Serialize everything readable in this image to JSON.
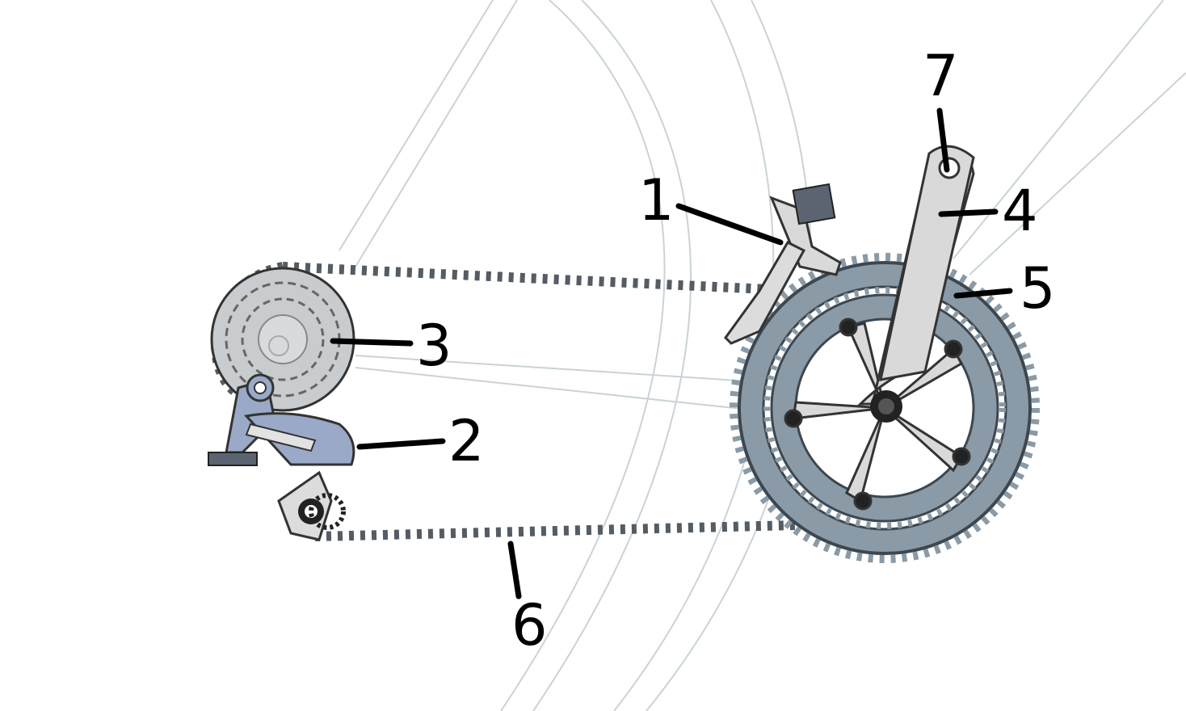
{
  "colors": {
    "chainring": "#8a9aa6",
    "chainring_stroke": "#3c4750",
    "crank": "#d9d9d9",
    "derailleur_accent": "#9aa9c7",
    "chain": "#555c63",
    "frame_lines": "#c9d3d8",
    "cassette": "#c9cccf"
  },
  "callouts": [
    {
      "id": "front-derailleur",
      "label": "1"
    },
    {
      "id": "rear-derailleur",
      "label": "2"
    },
    {
      "id": "cassette",
      "label": "3"
    },
    {
      "id": "crank-arm",
      "label": "4"
    },
    {
      "id": "chainring",
      "label": "5"
    },
    {
      "id": "chain",
      "label": "6"
    },
    {
      "id": "pedal-mount",
      "label": "7"
    }
  ]
}
